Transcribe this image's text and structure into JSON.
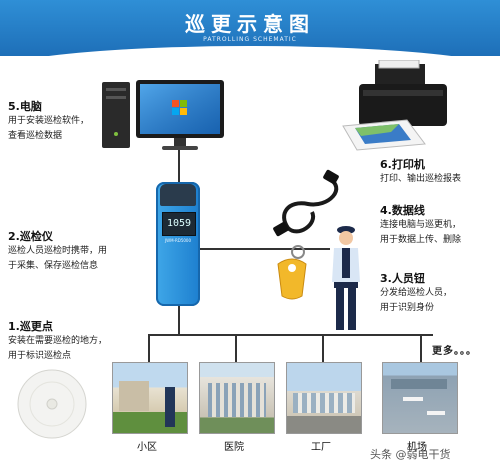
{
  "header": {
    "title": "巡更示意图",
    "subtitle": "PATROLLING SCHEMATIC"
  },
  "nodes": [
    {
      "id": "computer",
      "title": "5.电脑",
      "desc": [
        "用于安装巡检软件，",
        "查看巡检数据"
      ]
    },
    {
      "id": "device",
      "title": "2.巡检仪",
      "desc": [
        "巡检人员巡检时携带，用",
        "于采集、保存巡检信息"
      ]
    },
    {
      "id": "point",
      "title": "1.巡更点",
      "desc": [
        "安装在需要巡检的地方，",
        "用于标识巡检点"
      ]
    },
    {
      "id": "printer",
      "title": "6.打印机",
      "desc": [
        "打印、输出巡检报表"
      ]
    },
    {
      "id": "cable",
      "title": "4.数据线",
      "desc": [
        "连接电脑与巡更机，",
        "用于数据上传、删除"
      ]
    },
    {
      "id": "button",
      "title": "3.人员钮",
      "desc": [
        "分发给巡检人员，",
        "用于识别身份"
      ]
    }
  ],
  "device_screen": "1059",
  "device_brand": "JWM-RD5000",
  "locations": [
    "小区",
    "医院",
    "工厂",
    "机场"
  ],
  "more_label": "更多。。。",
  "watermark": "头条 @弱电干货"
}
